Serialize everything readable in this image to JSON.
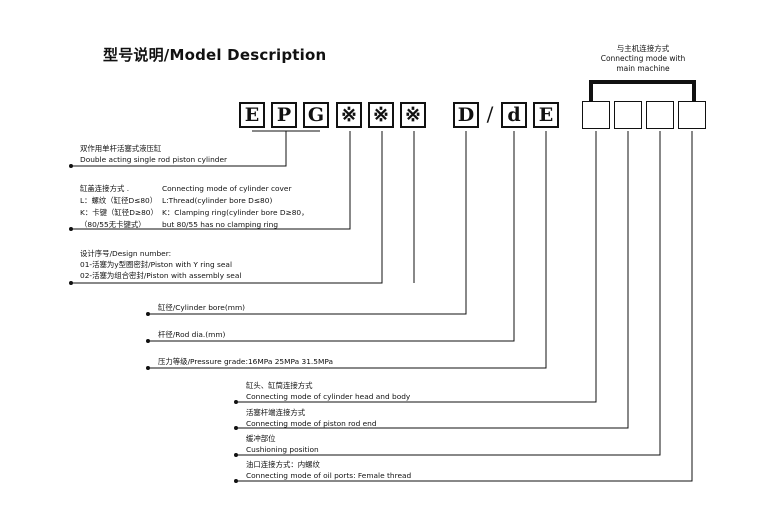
{
  "title": "型号说明/Model Description",
  "code_boxes": [
    "E",
    "P",
    "G",
    "※",
    "※",
    "※"
  ],
  "d_box": "D",
  "separator": "/",
  "de_boxes": [
    "d",
    "E"
  ],
  "host_label": {
    "cn": "与主机连接方式",
    "en1": "Connecting mode with",
    "en2": "main machine"
  },
  "descriptions": {
    "double_acting": {
      "cn": "双作用单杆活塞式液压缸",
      "en": "Double acting single rod piston cylinder"
    },
    "cover_mode": {
      "cn": "缸盖连接方式 .",
      "l_cn": "L：螺纹（缸径D≤80）",
      "k_cn": "K：卡键（缸径D≥80）",
      "k_note_cn": "（80/55无卡键式）",
      "en": "Connecting mode of cylinder cover",
      "l_en": "L:Thread(cylinder bore D≤80)",
      "k_en": "K：Clamping ring(cylinder bore D≥80，",
      "k_note_en": "but 80/55 has no clamping ring"
    },
    "design": {
      "title": "设计序号/Design number:",
      "item1": "01-活塞为y型圈密封/Piston with Y ring seal",
      "item2": "02-活塞为组合密封/Piston with assembly seal"
    },
    "bore": "缸径/Cylinder bore(mm)",
    "rod": "杆径/Rod dia.(mm)",
    "pressure": "压力等级/Pressure grade:16MPa  25MPa  31.5MPa",
    "head_body": {
      "cn": "缸头、缸筒连接方式",
      "en": "Connecting mode of cylinder head and body"
    },
    "rod_end": {
      "cn": "活塞杆端连接方式",
      "en": "Connecting mode of piston rod end"
    },
    "cushion": {
      "cn": "缓冲部位",
      "en": "Cushioning position"
    },
    "oil_port": {
      "cn": "油口连接方式：内螺纹",
      "en": "Connecting mode of oil ports: Female thread"
    }
  }
}
